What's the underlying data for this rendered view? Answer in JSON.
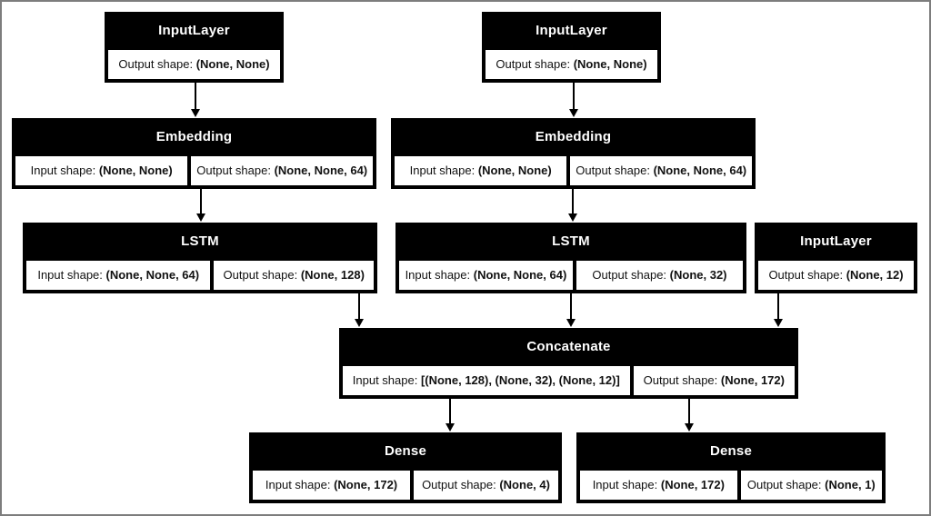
{
  "diagram": {
    "type": "neural-network-architecture",
    "background_color": "#ffffff",
    "frame_color": "#7d7d7d",
    "node_fill": "#000000",
    "node_title_color": "#ffffff",
    "cell_fill": "#ffffff",
    "cell_text_color": "#111111",
    "nodes": [
      {
        "id": "input-layer-a",
        "title": "InputLayer",
        "cells": [
          {
            "label": "Output shape: ",
            "value": "(None, None)"
          }
        ]
      },
      {
        "id": "input-layer-b",
        "title": "InputLayer",
        "cells": [
          {
            "label": "Output shape: ",
            "value": "(None, None)"
          }
        ]
      },
      {
        "id": "embedding-a",
        "title": "Embedding",
        "cells": [
          {
            "label": "Input shape: ",
            "value": "(None, None)"
          },
          {
            "label": "Output shape: ",
            "value": "(None, None, 64)"
          }
        ]
      },
      {
        "id": "embedding-b",
        "title": "Embedding",
        "cells": [
          {
            "label": "Input shape: ",
            "value": "(None, None)"
          },
          {
            "label": "Output shape: ",
            "value": "(None, None, 64)"
          }
        ]
      },
      {
        "id": "lstm-a",
        "title": "LSTM",
        "cells": [
          {
            "label": "Input shape: ",
            "value": "(None, None, 64)"
          },
          {
            "label": "Output shape: ",
            "value": "(None, 128)"
          }
        ]
      },
      {
        "id": "lstm-b",
        "title": "LSTM",
        "cells": [
          {
            "label": "Input shape: ",
            "value": "(None, None, 64)"
          },
          {
            "label": "Output shape: ",
            "value": "(None, 32)"
          }
        ]
      },
      {
        "id": "input-layer-c",
        "title": "InputLayer",
        "cells": [
          {
            "label": "Output shape: ",
            "value": "(None, 12)"
          }
        ]
      },
      {
        "id": "concatenate",
        "title": "Concatenate",
        "cells": [
          {
            "label": "Input shape: ",
            "value": "[(None, 128), (None, 32), (None, 12)]"
          },
          {
            "label": "Output shape: ",
            "value": "(None, 172)"
          }
        ]
      },
      {
        "id": "dense-a",
        "title": "Dense",
        "cells": [
          {
            "label": "Input shape: ",
            "value": "(None, 172)"
          },
          {
            "label": "Output shape: ",
            "value": "(None, 4)"
          }
        ]
      },
      {
        "id": "dense-b",
        "title": "Dense",
        "cells": [
          {
            "label": "Input shape: ",
            "value": "(None, 172)"
          },
          {
            "label": "Output shape: ",
            "value": "(None, 1)"
          }
        ]
      }
    ],
    "edges": [
      {
        "from": "input-layer-a",
        "to": "embedding-a"
      },
      {
        "from": "input-layer-b",
        "to": "embedding-b"
      },
      {
        "from": "embedding-a",
        "to": "lstm-a"
      },
      {
        "from": "embedding-b",
        "to": "lstm-b"
      },
      {
        "from": "lstm-a",
        "to": "concatenate"
      },
      {
        "from": "lstm-b",
        "to": "concatenate"
      },
      {
        "from": "input-layer-c",
        "to": "concatenate"
      },
      {
        "from": "concatenate",
        "to": "dense-a"
      },
      {
        "from": "concatenate",
        "to": "dense-b"
      }
    ]
  }
}
